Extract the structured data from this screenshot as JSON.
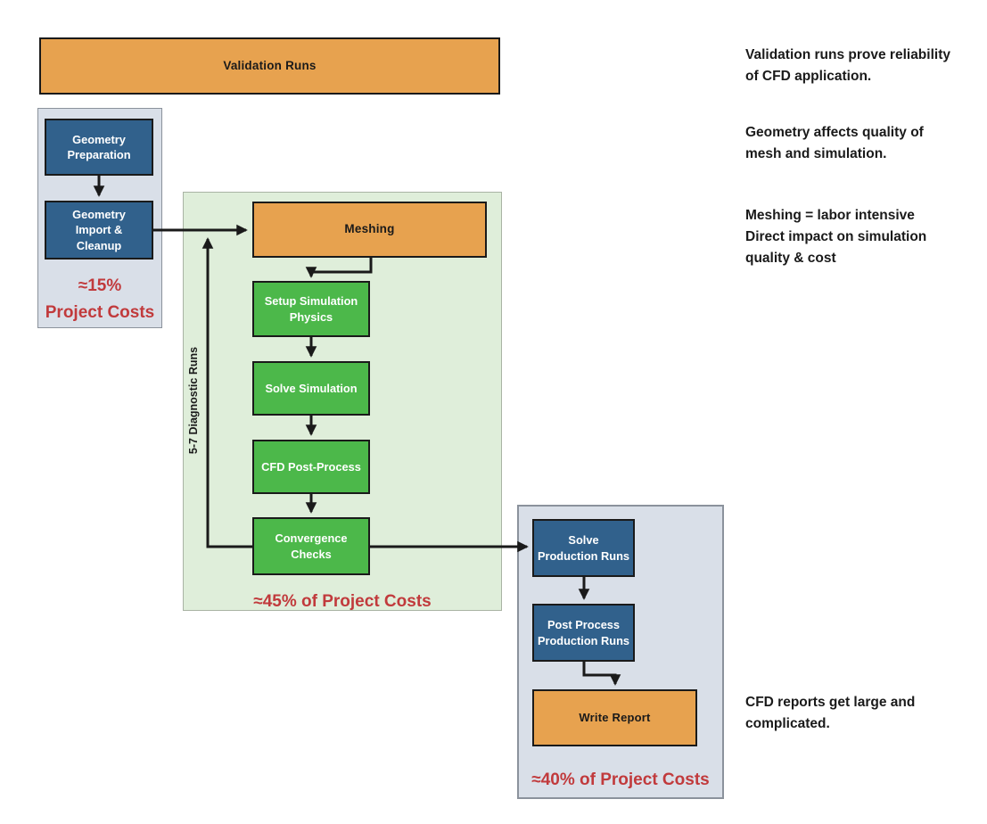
{
  "colors": {
    "orange": "#E7A24F",
    "dark_blue": "#31618C",
    "green": "#4CB84A",
    "panel_green": "#DFEEDA",
    "panel_blue": "#D9DFE8",
    "red": "#C13A3C",
    "line": "#1A1A1A"
  },
  "validation": {
    "label": "Validation Runs"
  },
  "geometry_panel": {
    "prep_label": "Geometry\nPreparation",
    "import_label": "Geometry\nImport &\nCleanup",
    "cost": "≈15%\nProject Costs"
  },
  "diagnostic_panel": {
    "meshing_label": "Meshing",
    "steps": [
      "Setup Simulation\nPhysics",
      "Solve Simulation",
      "CFD Post-Process",
      "Convergence\nChecks"
    ],
    "loop_label": "5-7 Diagnostic Runs",
    "cost": "≈45% of Project Costs"
  },
  "production_panel": {
    "solve_label": "Solve\nProduction Runs",
    "post_label": "Post Process\nProduction Runs",
    "report_label": "Write Report",
    "cost": "≈40% of Project Costs"
  },
  "annotations": {
    "validation_note": "Validation runs prove reliability\nof CFD application.",
    "geometry_note": "Geometry affects quality of\nmesh and simulation.",
    "meshing_note": "Meshing = labor intensive\nDirect impact on simulation\nquality & cost",
    "report_note": "CFD reports get large and\ncomplicated."
  }
}
